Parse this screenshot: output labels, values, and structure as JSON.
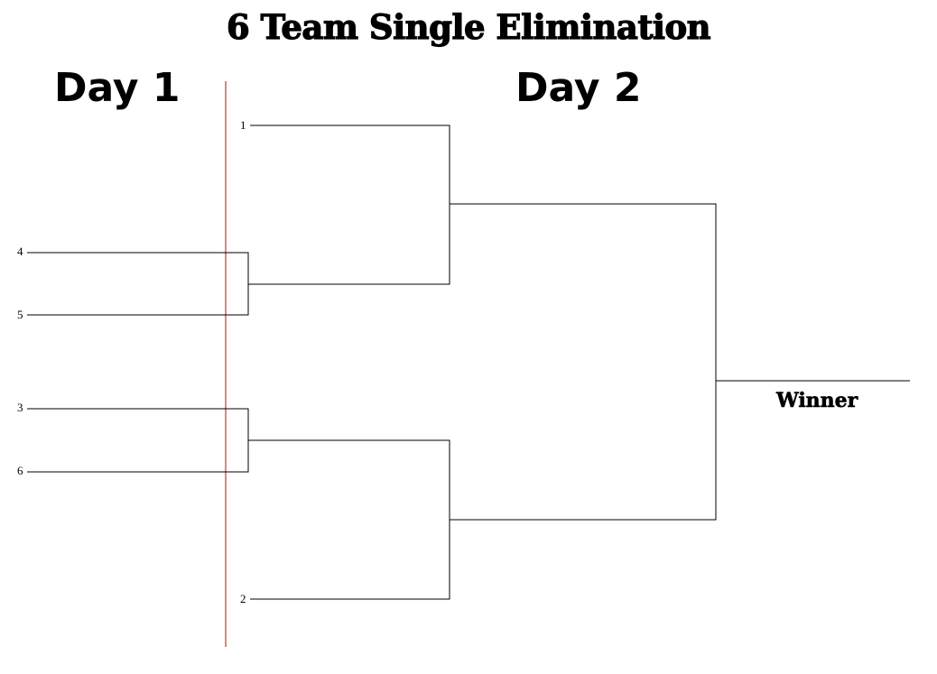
{
  "title": "6 Team Single Elimination",
  "days": {
    "day1": "Day 1",
    "day2": "Day 2"
  },
  "seeds": {
    "s1": "1",
    "s2": "2",
    "s3": "3",
    "s4": "4",
    "s5": "5",
    "s6": "6"
  },
  "winner_label": "Winner",
  "colors": {
    "bracket_line": "#000000",
    "day_divider": "#c0392b"
  }
}
